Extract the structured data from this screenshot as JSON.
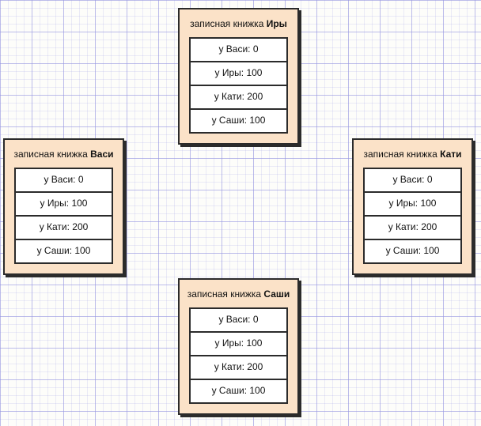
{
  "diagram": {
    "title_prefix": "записная книжка",
    "nodes": [
      {
        "id": "iry",
        "name": "notebook-iry",
        "title_prefix": "записная книжка",
        "owner": "Иры",
        "rows": [
          "у Васи: 0",
          "у Иры: 100",
          "у Кати: 200",
          "у Саши: 100"
        ]
      },
      {
        "id": "vasi",
        "name": "notebook-vasi",
        "title_prefix": "записная книжка",
        "owner": "Васи",
        "rows": [
          "у Васи: 0",
          "у Иры: 100",
          "у Кати: 200",
          "у Саши: 100"
        ]
      },
      {
        "id": "kati",
        "name": "notebook-kati",
        "title_prefix": "записная книжка",
        "owner": "Кати",
        "rows": [
          "у Васи: 0",
          "у Иры: 100",
          "у Кати: 200",
          "у Саши: 100"
        ]
      },
      {
        "id": "sashi",
        "name": "notebook-sashi",
        "title_prefix": "записная книжка",
        "owner": "Саши",
        "rows": [
          "у Васи: 0",
          "у Иры: 100",
          "у Кати: 200",
          "у Саши: 100"
        ]
      }
    ]
  },
  "colors": {
    "node_fill": "#fbe2c8",
    "node_border": "#2b2b2b",
    "cell_fill": "#ffffff",
    "text": "#111111",
    "canvas_bg": "#fdfdfa",
    "grid_major": "#9696e1",
    "grid_minor": "#d7d7f2"
  }
}
